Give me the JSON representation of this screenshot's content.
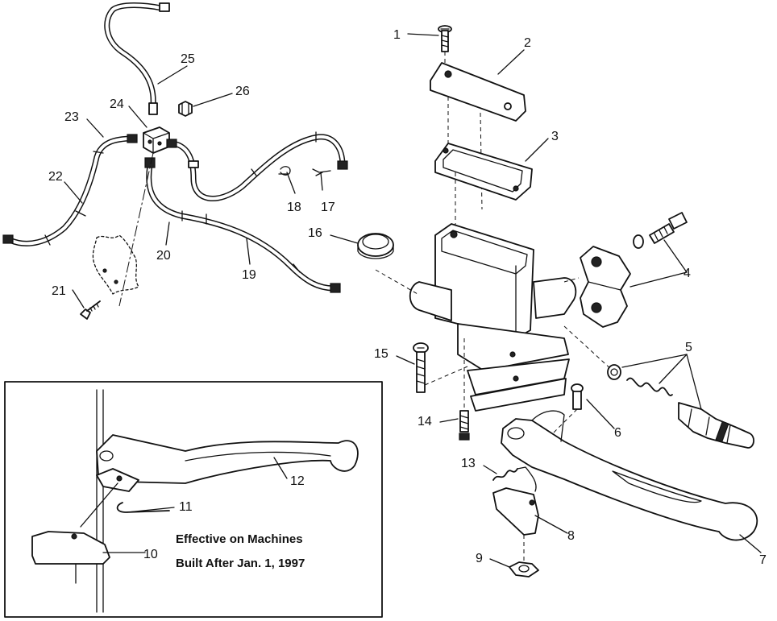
{
  "callouts": {
    "c1": "1",
    "c2": "2",
    "c3": "3",
    "c4": "4",
    "c5": "5",
    "c6": "6",
    "c7": "7",
    "c8": "8",
    "c9": "9",
    "c10": "10",
    "c11": "11",
    "c12": "12",
    "c13": "13",
    "c14": "14",
    "c15": "15",
    "c16": "16",
    "c17": "17",
    "c18": "18",
    "c19": "19",
    "c20": "20",
    "c21": "21",
    "c22": "22",
    "c23": "23",
    "c24": "24",
    "c25": "25",
    "c26": "26"
  },
  "inset": {
    "note_line1": "Effective on Machines",
    "note_line2": "Built After Jan. 1, 1997"
  }
}
